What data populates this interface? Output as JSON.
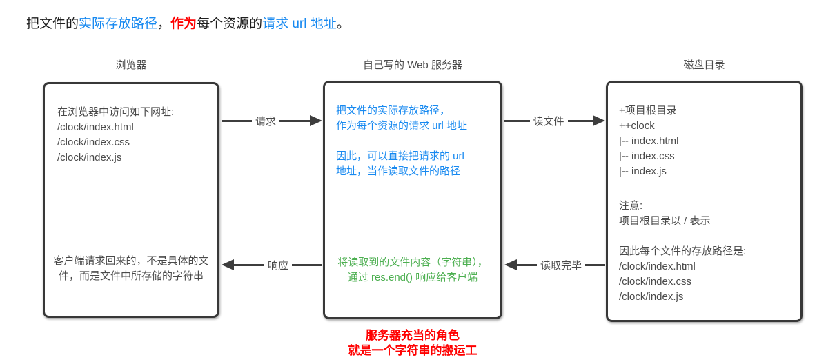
{
  "title": {
    "segments": [
      {
        "text": "把文件的",
        "color": "dark"
      },
      {
        "text": "实际存放路径",
        "color": "blue"
      },
      {
        "text": "，",
        "color": "dark"
      },
      {
        "text": "作为",
        "color": "red-bold"
      },
      {
        "text": "每个资源的",
        "color": "dark"
      },
      {
        "text": "请求 url 地址",
        "color": "blue"
      },
      {
        "text": "。",
        "color": "dark"
      }
    ]
  },
  "headers": {
    "browser": "浏览器",
    "server": "自己写的 Web 服务器",
    "disk": "磁盘目录"
  },
  "boxes": {
    "browser": {
      "top_text": "在浏览器中访问如下网址:\n/clock/index.html\n/clock/index.css\n/clock/index.js",
      "bottom_text": "客户端请求回来的，不是具体的文件，而是文件中所存储的字符串"
    },
    "server": {
      "top_text": "把文件的实际存放路径，\n作为每个资源的请求 url 地址\n\n因此，可以直接把请求的 url\n地址，当作读取文件的路径",
      "bottom_text": "将读取到的文件内容（字符串），\n通过 res.end() 响应给客户端"
    },
    "disk": {
      "tree_text": "+项目根目录\n++clock\n  |-- index.html\n  |-- index.css\n  |-- index.js",
      "note_text": "注意:\n项目根目录以 / 表示\n\n因此每个文件的存放路径是:\n/clock/index.html\n/clock/index.css\n/clock/index.js"
    }
  },
  "arrows": {
    "request": "请求",
    "read_file": "读文件",
    "response": "响应",
    "read_done": "读取完毕"
  },
  "footer": {
    "line1": "服务器充当的角色",
    "line2": "就是一个字符串的搬运工"
  },
  "colors": {
    "text_dark": "#1f1f1f",
    "text_gray": "#4a4a4a",
    "accent_blue": "#1789f0",
    "accent_red": "#ff0000",
    "accent_green": "#4caf50",
    "arrow_line": "#3d3d3d",
    "box_border": "#383838",
    "background": "#ffffff"
  }
}
